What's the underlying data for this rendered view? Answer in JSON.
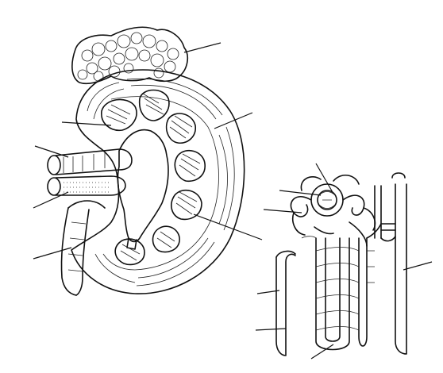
{
  "figure": {
    "style": "black ink line drawing on white, unlabeled worksheet",
    "drawings": [
      {
        "name": "kidney-coronal-section",
        "parts": [
          "adrenal-gland",
          "renal-cortex",
          "renal-pyramids",
          "renal-pelvis",
          "renal-artery",
          "renal-vein",
          "ureter"
        ]
      },
      {
        "name": "nephron",
        "parts": [
          "glomerulus",
          "bowmans-capsule",
          "afferent-arteriole",
          "efferent-arteriole",
          "proximal-tubule",
          "loop-of-henle",
          "peritubular-capillaries",
          "distal-tubule",
          "collecting-duct"
        ]
      }
    ],
    "label_lines": 13,
    "label_text": []
  },
  "colors": {
    "ink": "#111111",
    "background": "#ffffff"
  }
}
